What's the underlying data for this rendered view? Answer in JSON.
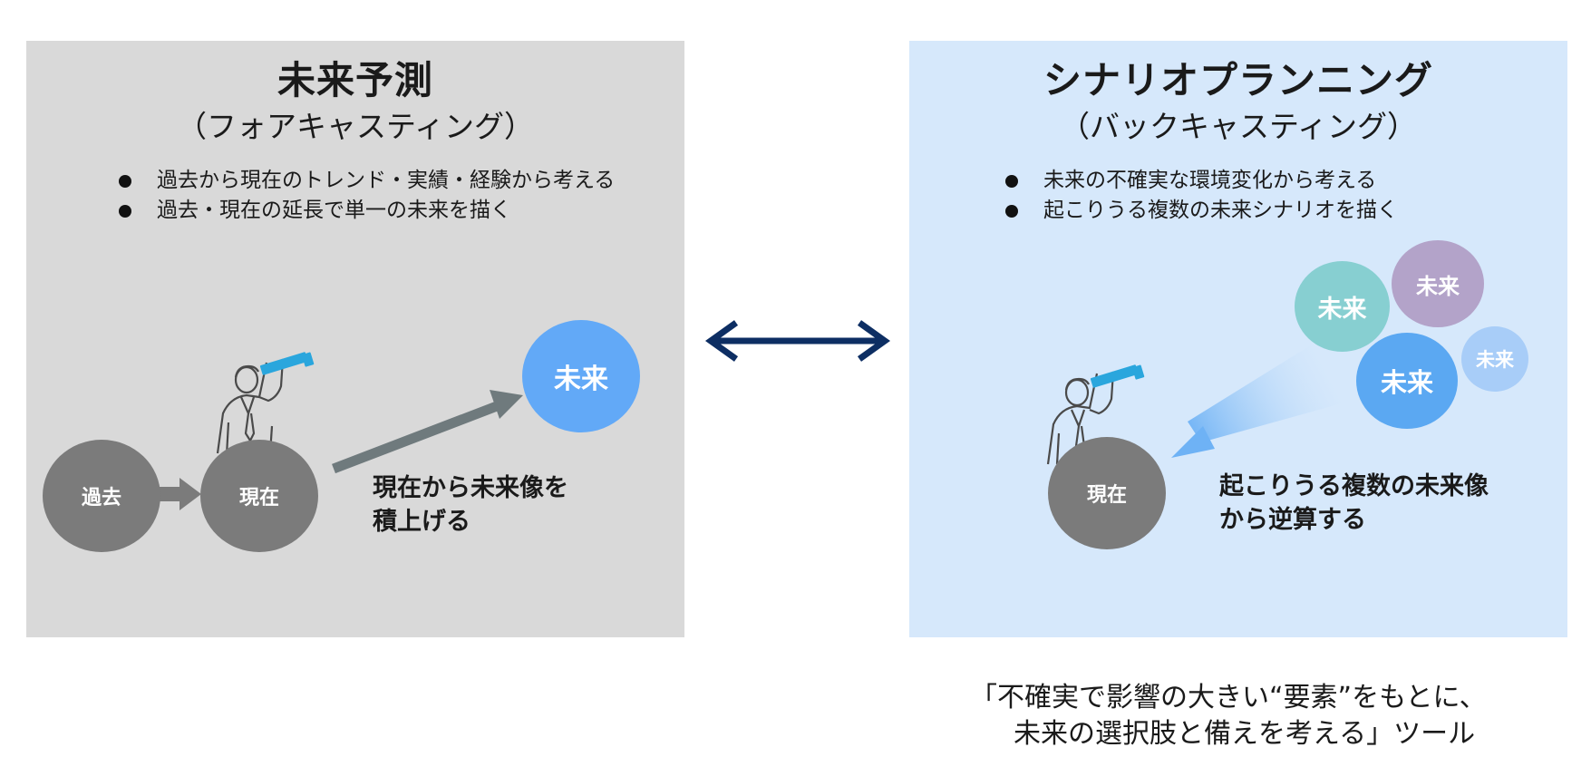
{
  "left_panel": {
    "title": "未来予測",
    "subtitle": "（フォアキャスティング）",
    "bullets": [
      "過去から現在のトレンド・実績・経験から考える",
      "過去・現在の延長で単一の未来を描く"
    ],
    "circles": {
      "past": "過去",
      "present": "現在",
      "future": "未来"
    },
    "caption": {
      "line1": "現在から未来像を",
      "line2": "積上げる"
    },
    "colors": {
      "background": "#d9d9d9",
      "node": "#7b7b7b",
      "future": "#62a9f7",
      "arrow": "#6f7a7d"
    }
  },
  "right_panel": {
    "title": "シナリオプランニング",
    "subtitle": "（バックキャスティング）",
    "bullets": [
      "未来の不確実な環境変化から考える",
      "起こりうる複数の未来シナリオを描く"
    ],
    "circles": {
      "present": "現在",
      "future_teal": "未来",
      "future_purple": "未来",
      "future_blue": "未来",
      "future_light": "未来"
    },
    "caption": {
      "line1": "起こりうる複数の未来像",
      "line2": "から逆算する"
    },
    "colors": {
      "background": "#d6e8fb",
      "teal": "#87cfd1",
      "purple": "#b3a3c9",
      "blue": "#5ba8f2",
      "light": "#a8cdf8"
    }
  },
  "center_arrow": {
    "icon": "double-arrow-icon",
    "color": "#0d2e63"
  },
  "footer": {
    "line1": "「不確実で影響の大きい“要素”をもとに、",
    "line2": "未来の選択肢と備えを考える」ツール"
  }
}
